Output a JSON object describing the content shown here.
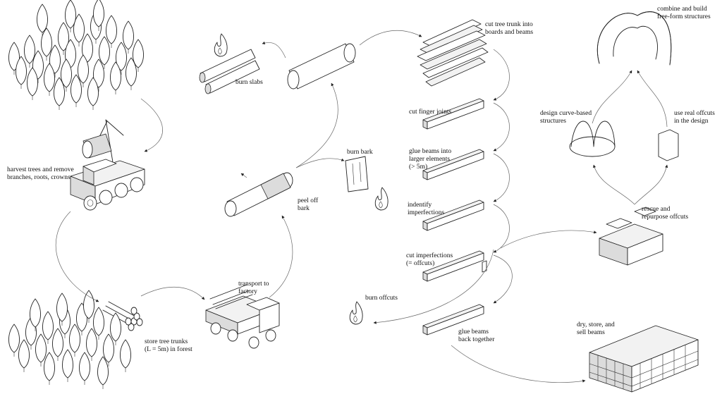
{
  "labels": {
    "harvest": [
      "harvest trees and remove",
      "branches, roots, crowns"
    ],
    "store": [
      "store tree trunks",
      "(L = 5m) in forest"
    ],
    "transport": [
      "transport to",
      "factory"
    ],
    "peel": [
      "peel off",
      "bark"
    ],
    "burn_slabs": [
      "burn slabs"
    ],
    "burn_bark": [
      "burn bark"
    ],
    "cut_trunk": [
      "cut tree trunk into",
      "boards and beams"
    ],
    "finger_joints": [
      "cut finger joints"
    ],
    "glue_elements": [
      "glue beams into",
      "larger elements",
      "(> 5m)"
    ],
    "identify": [
      "indentify",
      "imperfections"
    ],
    "cut_imperf": [
      "cut imperfections",
      "(= offcuts)"
    ],
    "burn_offcuts": [
      "burn offcuts"
    ],
    "glue_back": [
      "glue beams",
      "back together"
    ],
    "dry_store": [
      "dry, store, and",
      "sell beams"
    ],
    "rescue": [
      "rescue and",
      "repurpose offcuts"
    ],
    "design_curve": [
      "design curve-based",
      "structures"
    ],
    "use_offcuts": [
      "use real offcuts",
      "in the design"
    ],
    "combine": [
      "combine and build",
      "free-form structures"
    ]
  }
}
